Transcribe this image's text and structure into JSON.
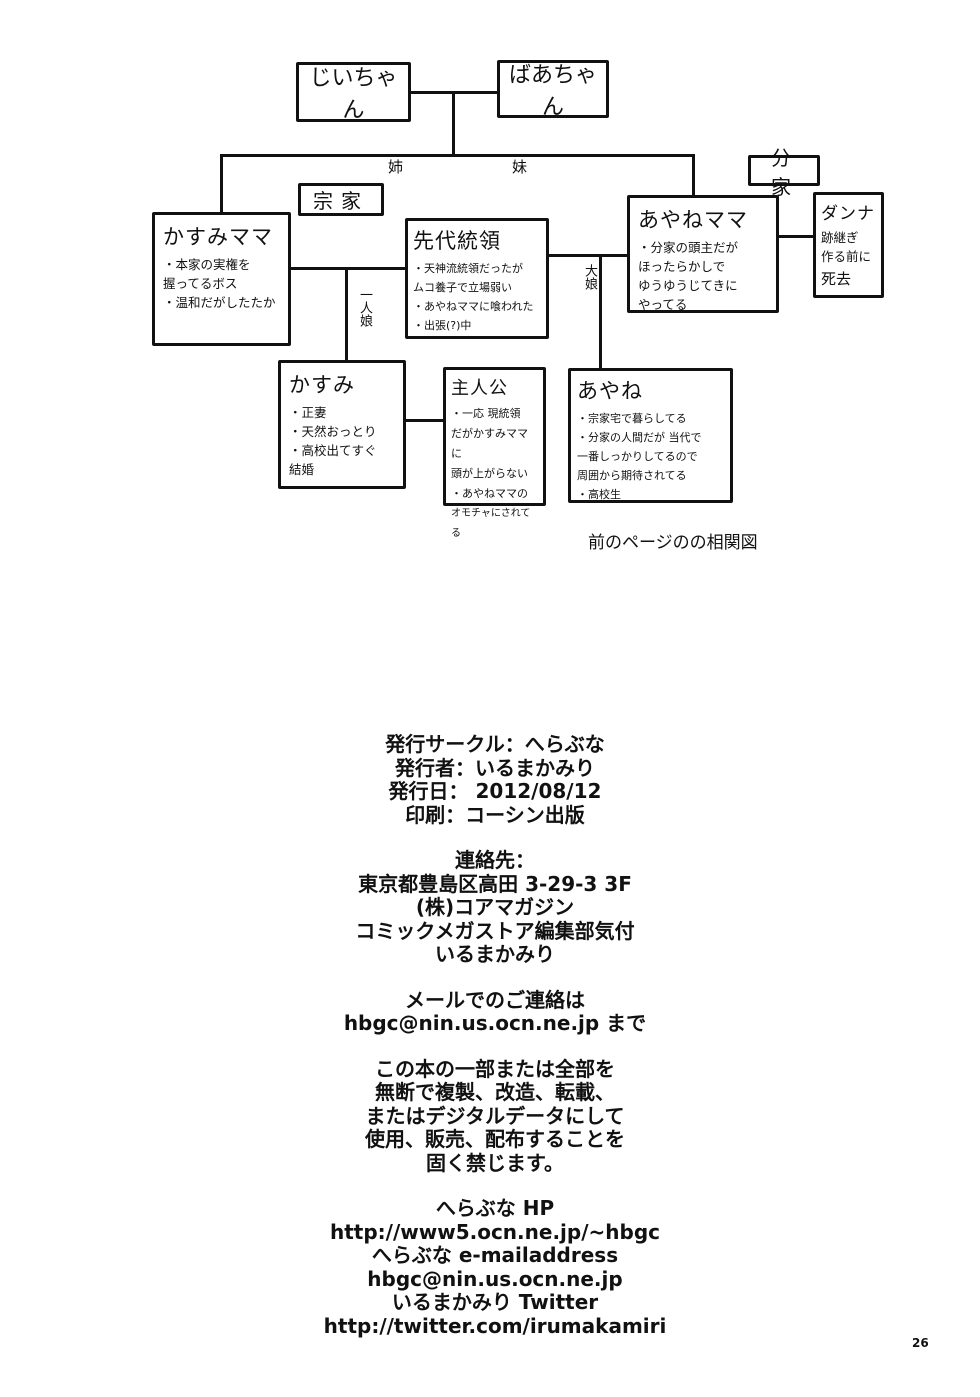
{
  "diagram": {
    "grandpa": "じいちゃん",
    "grandma": "ばあちゃん",
    "elder_sister_label": "姉",
    "younger_sister_label": "妹",
    "main_family_label": "宗家",
    "branch_family_label": "分家",
    "kasumi_mama": {
      "title": "かすみママ",
      "notes": [
        "・本家の実権を",
        "握ってるボス",
        "・温和だがしたたか"
      ]
    },
    "former_leader": {
      "title": "先代統領",
      "notes": [
        "・天神流統領だったが",
        "ムコ養子で立場弱い",
        "・あやねママに喰われた",
        "・出張(?)中"
      ]
    },
    "ayane_mama": {
      "title": "あやねママ",
      "notes": [
        "・分家の頭主だが",
        "ほったらかしで",
        "ゆうゆうじてきに",
        "やってる"
      ]
    },
    "husband": {
      "title": "ダンナ",
      "notes": [
        "跡継ぎ",
        "作る前に",
        "死去"
      ]
    },
    "only_daughter_label": "一人娘",
    "daughter_label": "大娘",
    "kasumi": {
      "title": "かすみ",
      "notes": [
        "・正妻",
        "・天然おっとり",
        "・高校出てすぐ",
        "結婚"
      ]
    },
    "protagonist": {
      "title": "主人公",
      "notes": [
        "・一応 現統領",
        "だがかすみママに",
        "頭が上がらない",
        "・あやねママの",
        "オモチャにされてる"
      ]
    },
    "ayane": {
      "title": "あやね",
      "notes": [
        "・宗家宅で暮らしてる",
        "・分家の人間だが 当代で",
        "一番しっかりしてるので",
        "周囲から期待されてる",
        "・高校生"
      ]
    },
    "caption": "前のページのの相関図"
  },
  "colophon": [
    "発行サークル：へらぶな",
    "発行者：いるまかみり",
    "発行日： 2012/08/12",
    "印刷：コーシン出版",
    "",
    "連絡先：",
    "東京都豊島区高田 3-29-3 3F",
    "(株)コアマガジン",
    "コミックメガストア編集部気付",
    "いるまかみり",
    "",
    "メールでのご連絡は",
    "hbgc@nin.us.ocn.ne.jp まで",
    "",
    "この本の一部または全部を",
    "無断で複製、改造、転載、",
    "またはデジタルデータにして",
    "使用、販売、配布することを",
    "固く禁じます。",
    "",
    "へらぶな HP",
    "http://www5.ocn.ne.jp/~hbgc",
    "へらぶな e-mailaddress",
    "hbgc@nin.us.ocn.ne.jp",
    "いるまかみり Twitter",
    "http://twitter.com/irumakamiri"
  ],
  "page_number": "26"
}
